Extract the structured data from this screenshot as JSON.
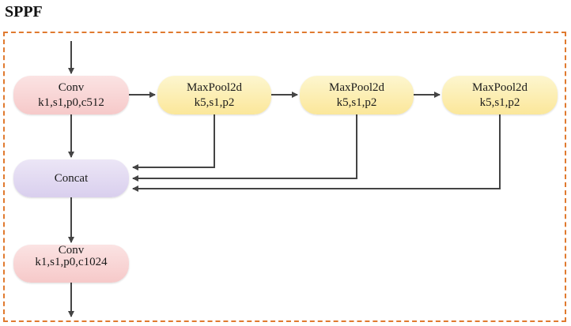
{
  "title": "SPPF",
  "colors": {
    "frame": "#e07a2f",
    "conv": "#f6c9c9",
    "maxpool": "#fbe79a",
    "concat": "#d9cfee",
    "arrow": "#444444"
  },
  "nodes": {
    "conv_top": {
      "line1": "Conv",
      "line2": "k1,s1,p0,c512"
    },
    "maxpool_1": {
      "line1": "MaxPool2d",
      "line2": "k5,s1,p2"
    },
    "maxpool_2": {
      "line1": "MaxPool2d",
      "line2": "k5,s1,p2"
    },
    "maxpool_3": {
      "line1": "MaxPool2d",
      "line2": "k5,s1,p2"
    },
    "concat": {
      "label": "Concat"
    },
    "conv_bottom": {
      "line1": "Conv",
      "line2": "k1,s1,p0,c1024"
    }
  }
}
